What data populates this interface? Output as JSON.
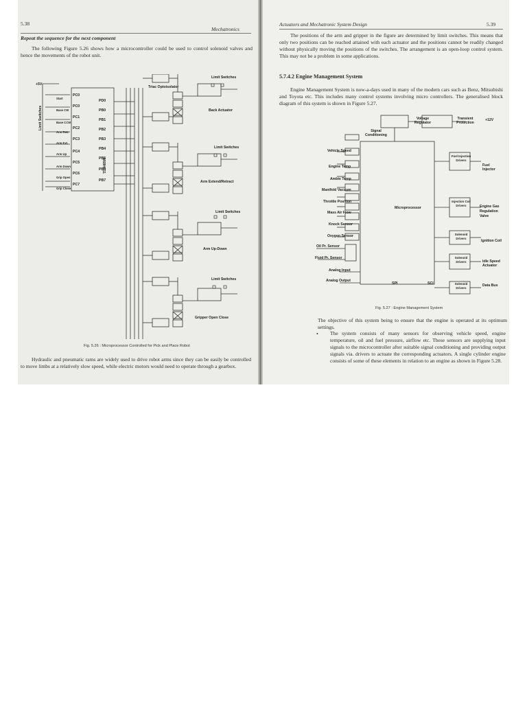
{
  "left_page": {
    "page_number": "5.38",
    "running_head": "Mechatronics",
    "section_line": "Repeat the sequence for the next component",
    "intro_paragraph": "The following Figure 5.26 shows how a microcontroller could be used to control solenoid valves and hence the movements of the robot unit.",
    "figure": {
      "supply": "+5V",
      "side_label": "Limit Switches",
      "chip_label": "M68HC11",
      "port_c_pins": [
        "PC0",
        "PC1",
        "PC2",
        "PC3",
        "PC4",
        "PC5",
        "PC6",
        "PC7"
      ],
      "port_d_pin": "PD0",
      "port_b_pins": [
        "PB0",
        "PB1",
        "PB2",
        "PB3",
        "PB4",
        "PB5",
        "PB6",
        "PB7"
      ],
      "input_labels": [
        "Start",
        "Base CW",
        "Base CCW",
        "Arm Retr.",
        "Arm Ext.",
        "Arm Up",
        "Arm Down",
        "Grip Open",
        "Grip Close"
      ],
      "triac_label": "Triac Optoisolator",
      "actuators": [
        "Back Actuator",
        "Arm Extend/Retract",
        "Arm Up-Down",
        "Gripper Open Close"
      ],
      "limit_switch_label": "Limit Switches",
      "caption": "Fig. 5.26 : Microprocessor Controlled for Pick and Place Robot"
    },
    "bottom_paragraph": "Hydraulic and pneumatic rams are widely used to drive robot arms since they can be easily be controlled to move limbs at a relatively slow speed, while electric motors would need to operate through a gearbox."
  },
  "right_page": {
    "running_head": "Actuators and Mechatronic System Design",
    "page_number": "5.39",
    "paragraph_1": "The positions of the arm and gripper in the figure are determined by limit switches. This means that only two positions can be reached attained with each actuator and the positions cannot be readily changed without physically moving the positions of the switches. The arrangement is an open-loop control system. This may not be a problem in some applications.",
    "section_title": "5.7.4.2  Engine Management System",
    "paragraph_2": "Engine Management System is now-a-days used in many of the modern cars such as Benz, Mitsubishi and Toyota etc. This includes many control systems involving micro controllers. The generalised block diagram of this system is shown in Figure 5.27.",
    "figure": {
      "top_blocks": [
        "Voltage Regulator",
        "Transient Protection"
      ],
      "supply": "+12V",
      "conditioning_label": "Signal Conditioning",
      "inputs": [
        "Vehicle Speed",
        "Engine Temp",
        "Ambie Temp",
        "Manifold Vacuum",
        "Throttle Position",
        "Mass Air Flow",
        "Knock Sensor",
        "Oxygen Sensor",
        "Oil Pr. Sensor",
        "Fluid Pr. Sensor",
        "Analog Input",
        "Analog Output"
      ],
      "processor": "Microprocessor",
      "spi_label": "SPI",
      "sci_label": "SCI",
      "drivers": [
        "Fuel Injection Drivers",
        "Injection Coil Drivers",
        "Solenoid Drivers",
        "Solenoid Drivers",
        "Solenoid Drivers"
      ],
      "outputs": [
        "Fuel Injector",
        "Engine Gas Regulation Valve",
        "Ignition Coil",
        "Idle Speed Actuator",
        "Data Bus"
      ],
      "caption": "Fig. 5.27 : Engine Management System"
    },
    "paragraph_3": "The objective of this system being to ensure that the engine is operated at its optimum settings.",
    "bullet_text": "The system consists of many sensors for observing vehicle speed, engine temperature, oil and fuel pressure, airflow etc. These sensors are supplying input signals to the microcontroller after suitable signal conditioning and providing output signals via. drivers to actuate the corresponding actuators. A single cylinder engine consists of some of these elements in relation to an engine as shown in Figure 5.28."
  }
}
